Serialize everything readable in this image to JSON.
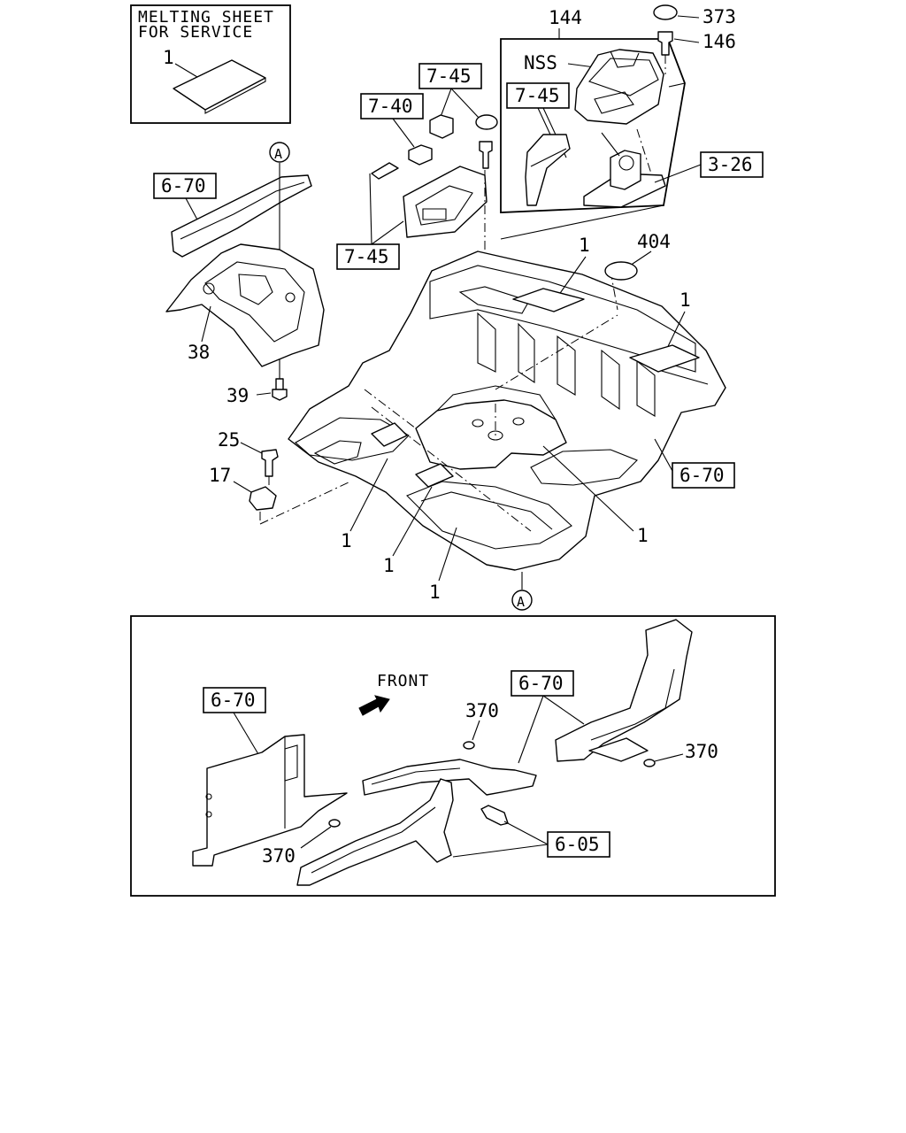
{
  "service_box": {
    "title_line1": "MELTING SHEET",
    "title_line2": "FOR SERVICE",
    "part_no": "1"
  },
  "callouts": {
    "c144": "144",
    "c373": "373",
    "c146": "146",
    "nss": "NSS",
    "c404": "404",
    "c38": "38",
    "c39": "39",
    "c25": "25",
    "c17": "17",
    "c1": "1",
    "circle_a": "A",
    "c370": "370"
  },
  "refs": {
    "r745": "7-45",
    "r740": "7-40",
    "r326": "3-26",
    "r670": "6-70",
    "r605": "6-05"
  },
  "inset": {
    "front_label": "FRONT"
  }
}
